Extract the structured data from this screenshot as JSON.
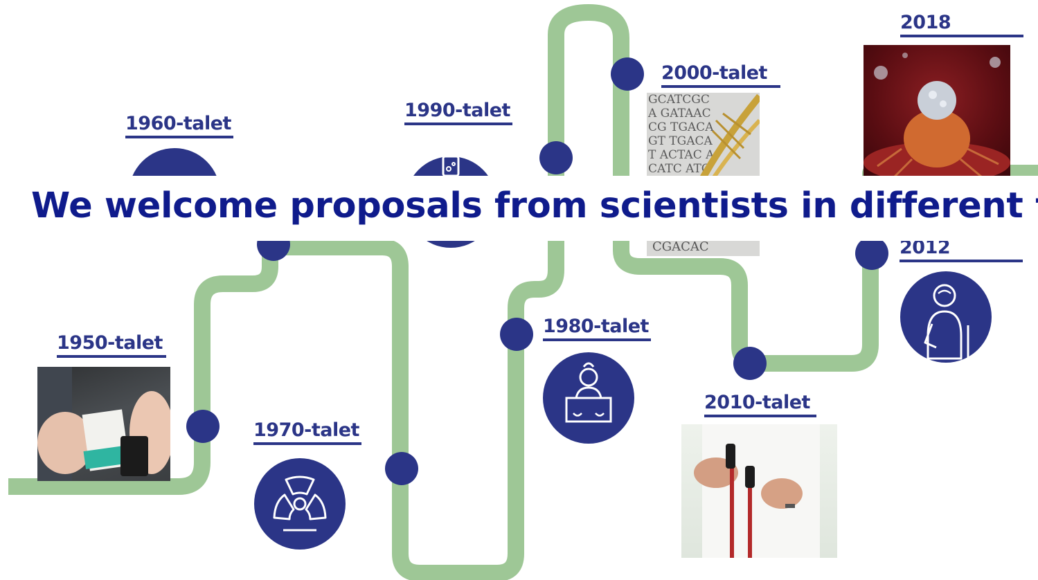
{
  "banner": {
    "text": "We welcome proposals from scientists in different fields"
  },
  "timeline": [
    {
      "label": "1950-talet",
      "icon": "cigarette-pack-photo"
    },
    {
      "label": "1960-talet",
      "icon": "circle-icon"
    },
    {
      "label": "1970-talet",
      "icon": "radiation-icon"
    },
    {
      "label": "1980-talet",
      "icon": "mammography-icon"
    },
    {
      "label": "1990-talet",
      "icon": "lab-beaker-icon"
    },
    {
      "label": "2000-talet",
      "icon": "dna-photo"
    },
    {
      "label": "2010-talet",
      "icon": "nordic-walking-photo"
    },
    {
      "label": "2012",
      "icon": "patient-icon"
    },
    {
      "label": "2018",
      "icon": "immune-cell-photo"
    }
  ],
  "photo_texts": {
    "dna_top": "GCATCGCA GATAACCG TGACAGT TGACAT ACTAC ACATC ATCG",
    "dna_bottom": "CGACAC"
  },
  "colors": {
    "path": "#9ec796",
    "navy": "#2b3587",
    "banner_text": "#0f1b8c"
  }
}
